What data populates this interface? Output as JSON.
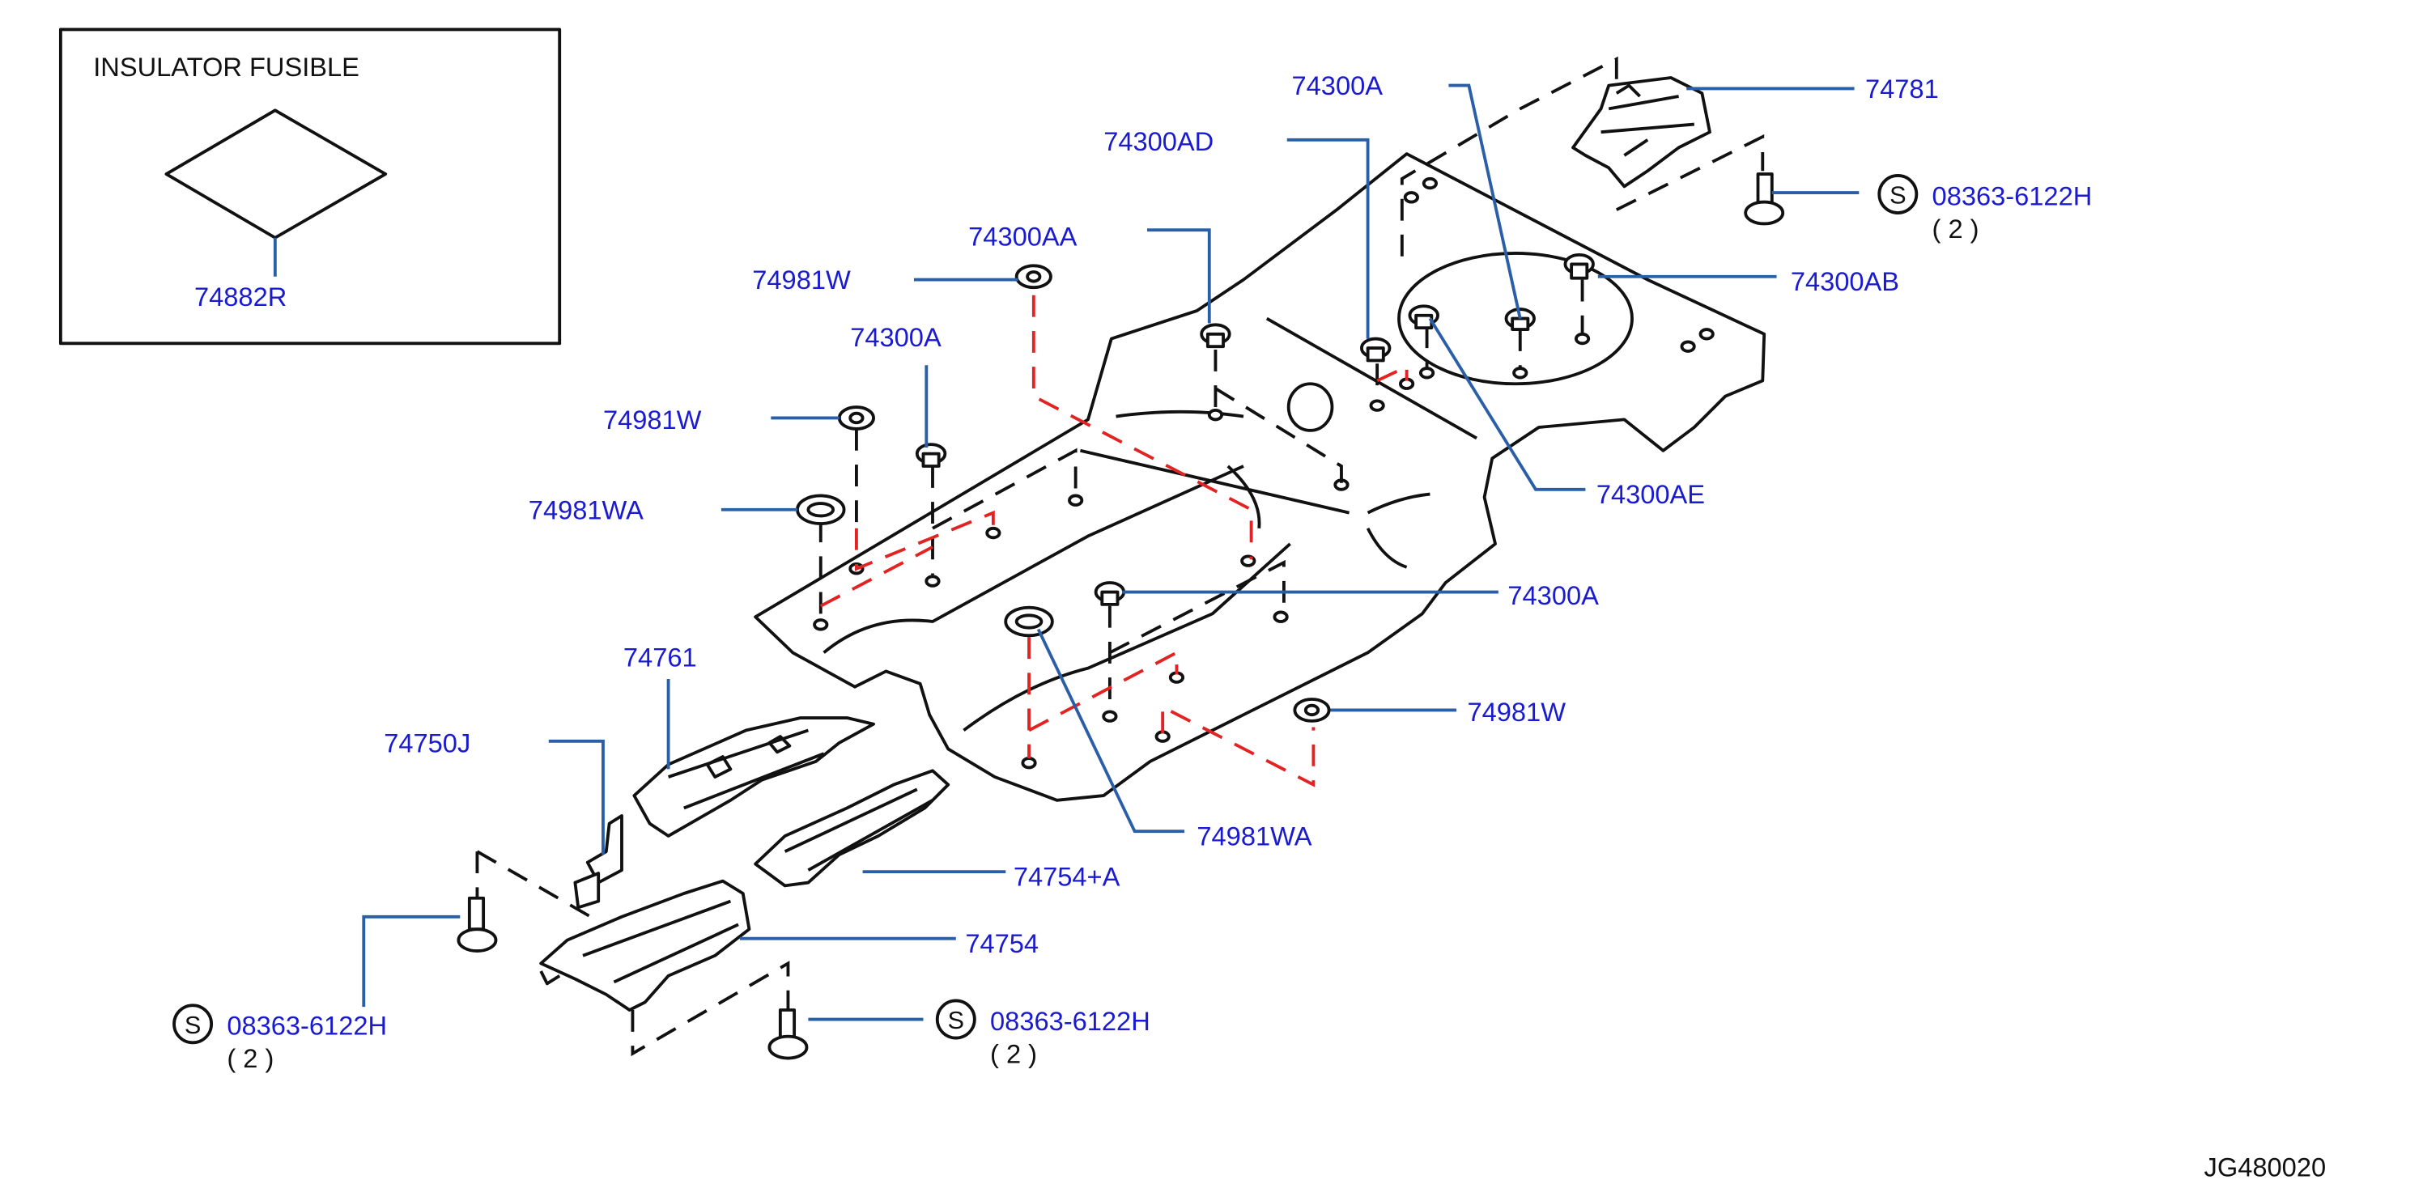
{
  "inset": {
    "title": "INSULATOR  FUSIBLE",
    "part": "74882R"
  },
  "labels": {
    "p74300A_top": "74300A",
    "p74781": "74781",
    "p74300AD": "74300AD",
    "p74300AA": "74300AA",
    "p74981W_a": "74981W",
    "p74300AB": "74300AB",
    "p74300A_left": "74300A",
    "p74981W_b": "74981W",
    "p74300AE": "74300AE",
    "p74981WA_left": "74981WA",
    "p74300A_mid": "74300A",
    "p74761": "74761",
    "p74981W_c": "74981W",
    "p74750J": "74750J",
    "p74981WA_bottom": "74981WA",
    "p74754A": "74754+A",
    "p74754": "74754"
  },
  "bolts": {
    "symbol": "S",
    "top_right": {
      "part": "08363-6122H",
      "qty": "( 2 )"
    },
    "bottom_left": {
      "part": "08363-6122H",
      "qty": "( 2 )"
    },
    "bottom_mid": {
      "part": "08363-6122H",
      "qty": "( 2 )"
    }
  },
  "diagram_code": "JG480020",
  "colors": {
    "label": "#1a1ad0",
    "leader": "#2a5fa8",
    "dashed_red": "#e32222",
    "line": "#111111"
  }
}
